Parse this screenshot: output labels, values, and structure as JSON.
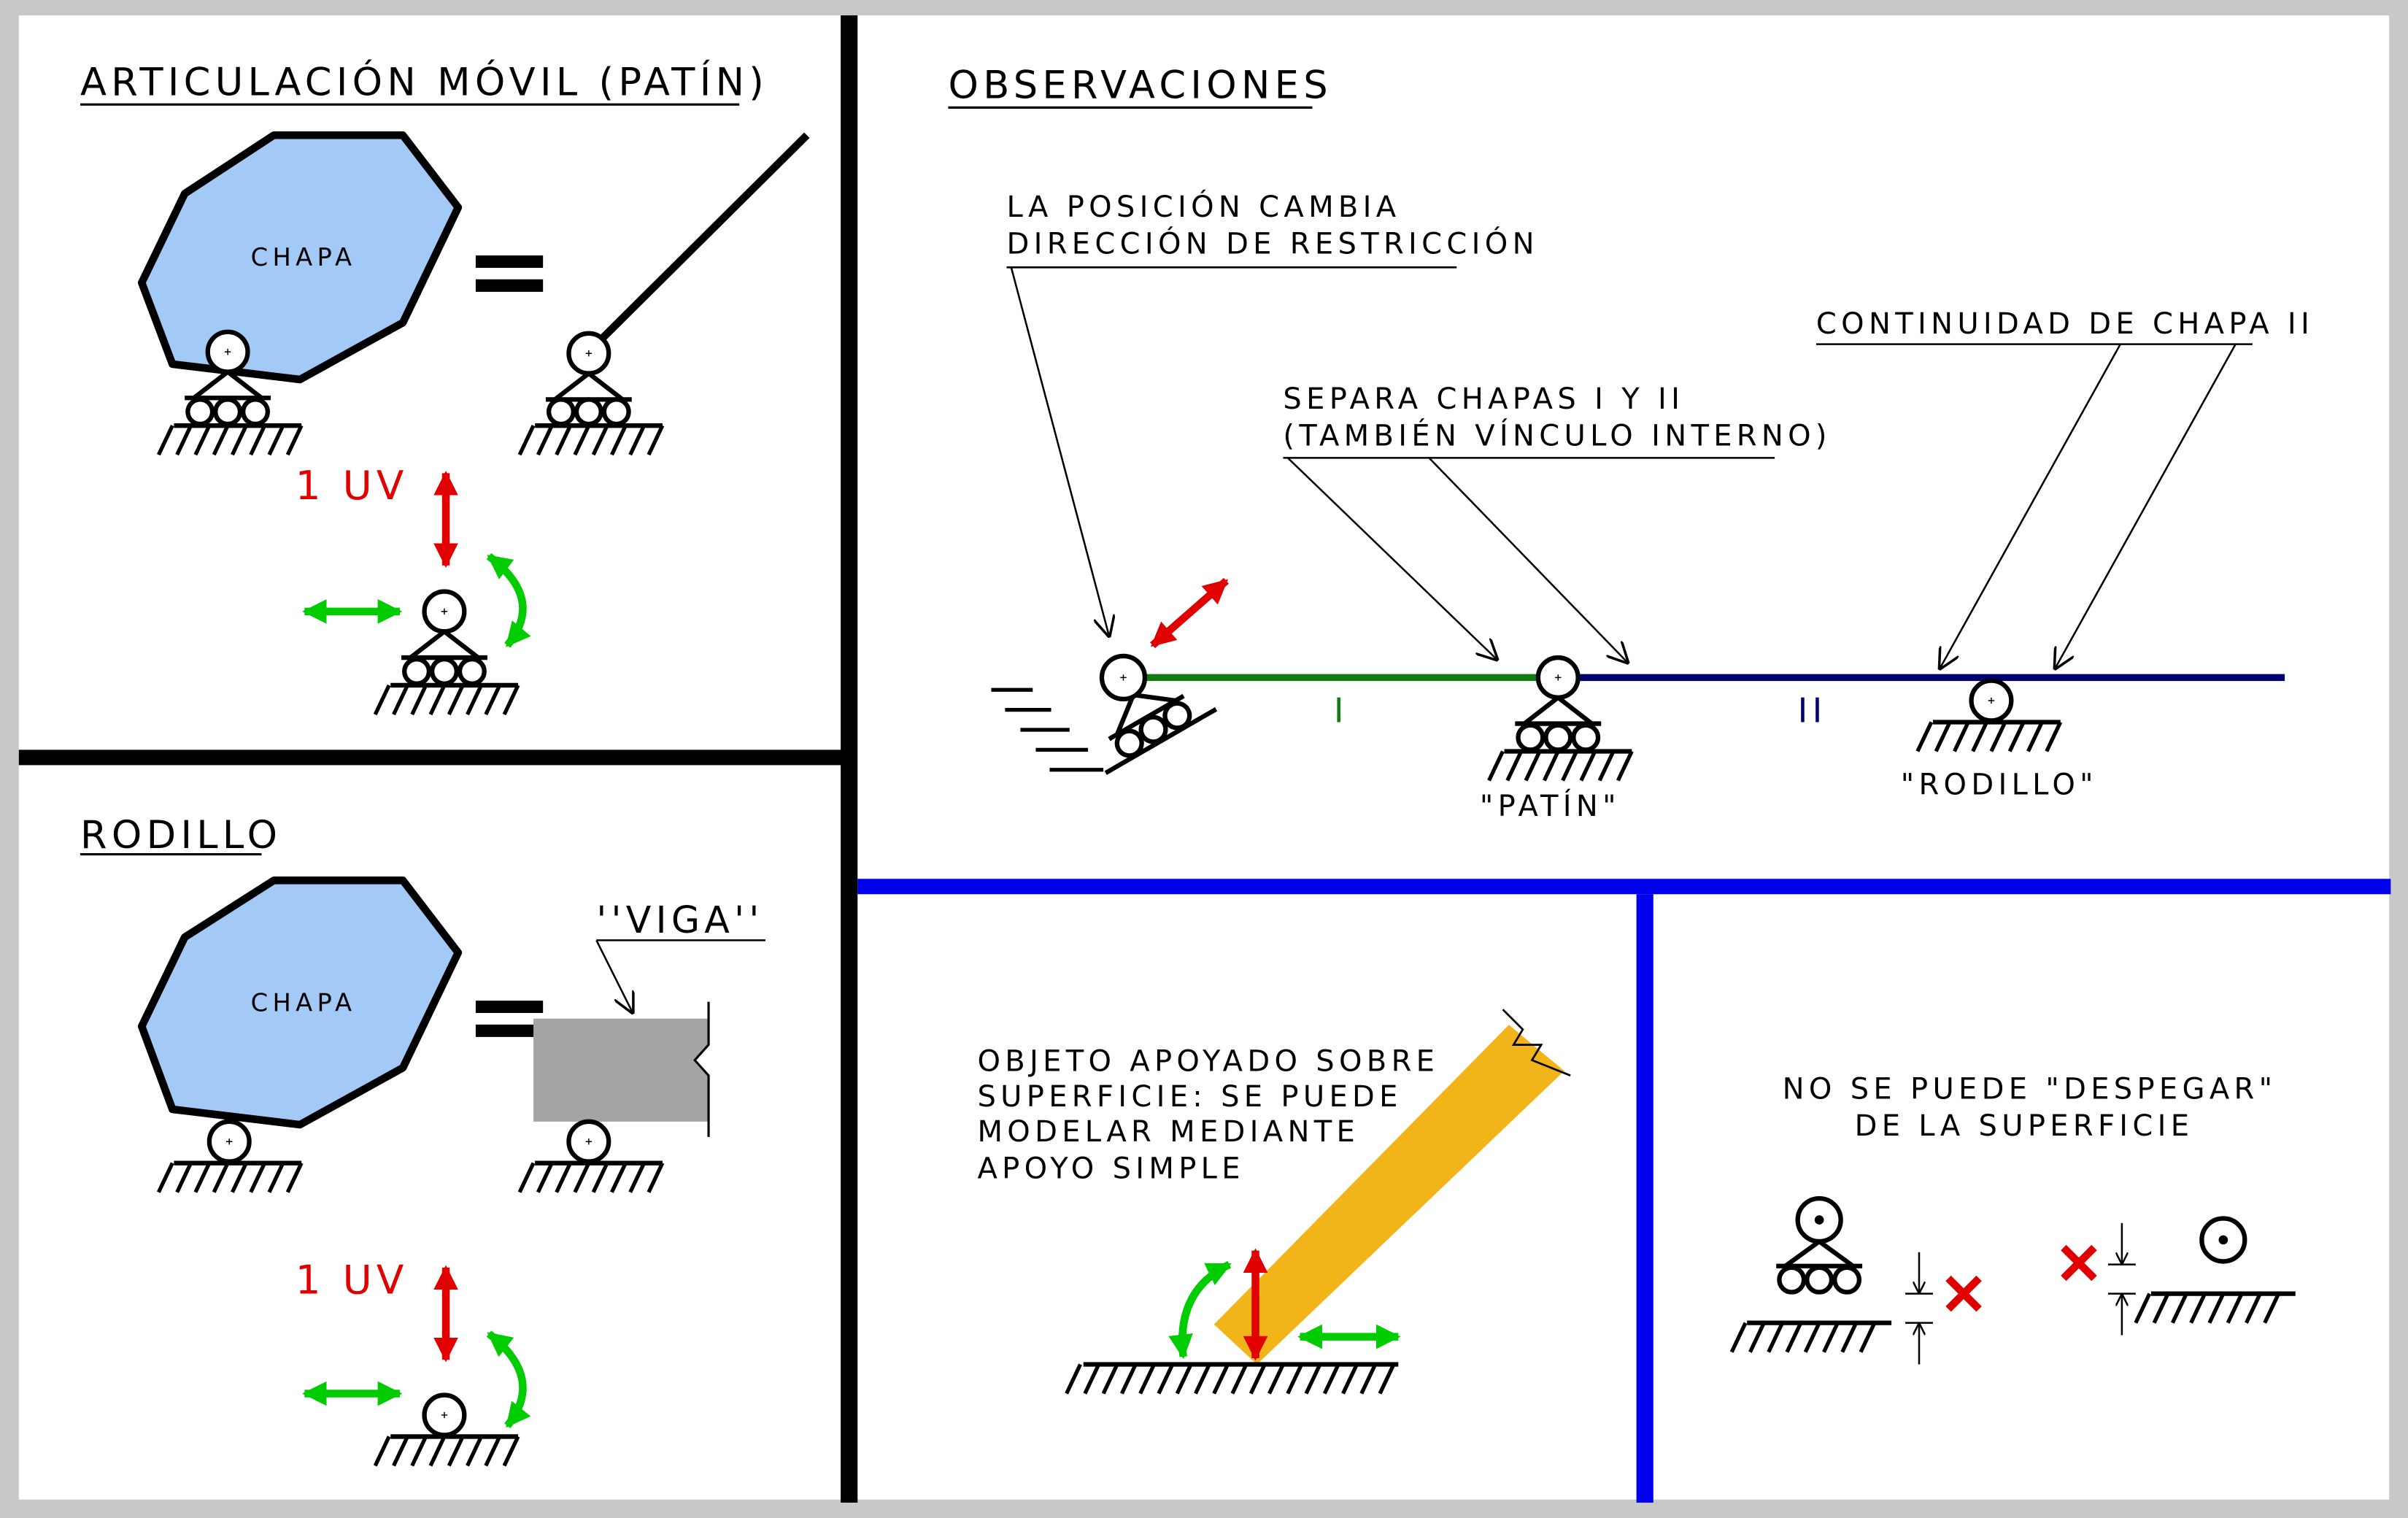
{
  "colors": {
    "background": "#c8c8c8",
    "panel": "#ffffff",
    "divider_black": "#000000",
    "divider_blue": "#0000ee",
    "chapa_fill": "#a3c9f7",
    "viga_fill": "#a4a4a4",
    "red_arrow": "#e00000",
    "green_arrow": "#00cc00",
    "beam_green": "#137a13",
    "beam_navy": "#000070",
    "bar_orange": "#f2b519"
  },
  "panel_patin": {
    "title": "ARTICULACIÓN MÓVIL (PATÍN)",
    "chapa_label": "CHAPA",
    "equals": "=",
    "uv_label": "1 UV"
  },
  "panel_rodillo": {
    "title": "RODILLO",
    "chapa_label": "CHAPA",
    "equals": "=",
    "viga_label": "''VIGA''",
    "uv_label": "1 UV"
  },
  "panel_observaciones": {
    "title": "OBSERVACIONES",
    "note_position_line1": "LA POSICIÓN CAMBIA",
    "note_position_line2": "DIRECCIÓN DE RESTRICCIÓN",
    "note_separa_line1": "SEPARA CHAPAS I Y II",
    "note_separa_line2": "(TAMBIÉN VÍNCULO INTERNO)",
    "note_continuidad": "CONTINUIDAD DE CHAPA II",
    "chapa_I": "I",
    "chapa_II": "II",
    "label_patin": "\"PATÍN\"",
    "label_rodillo": "\"RODILLO\""
  },
  "panel_objeto": {
    "line1": "OBJETO APOYADO SOBRE",
    "line2": "SUPERFICIE: SE PUEDE",
    "line3": "MODELAR MEDIANTE",
    "line4": "APOYO SIMPLE"
  },
  "panel_despegar": {
    "line1": "NO SE PUEDE \"DESPEGAR\"",
    "line2": "DE LA SUPERFICIE"
  }
}
